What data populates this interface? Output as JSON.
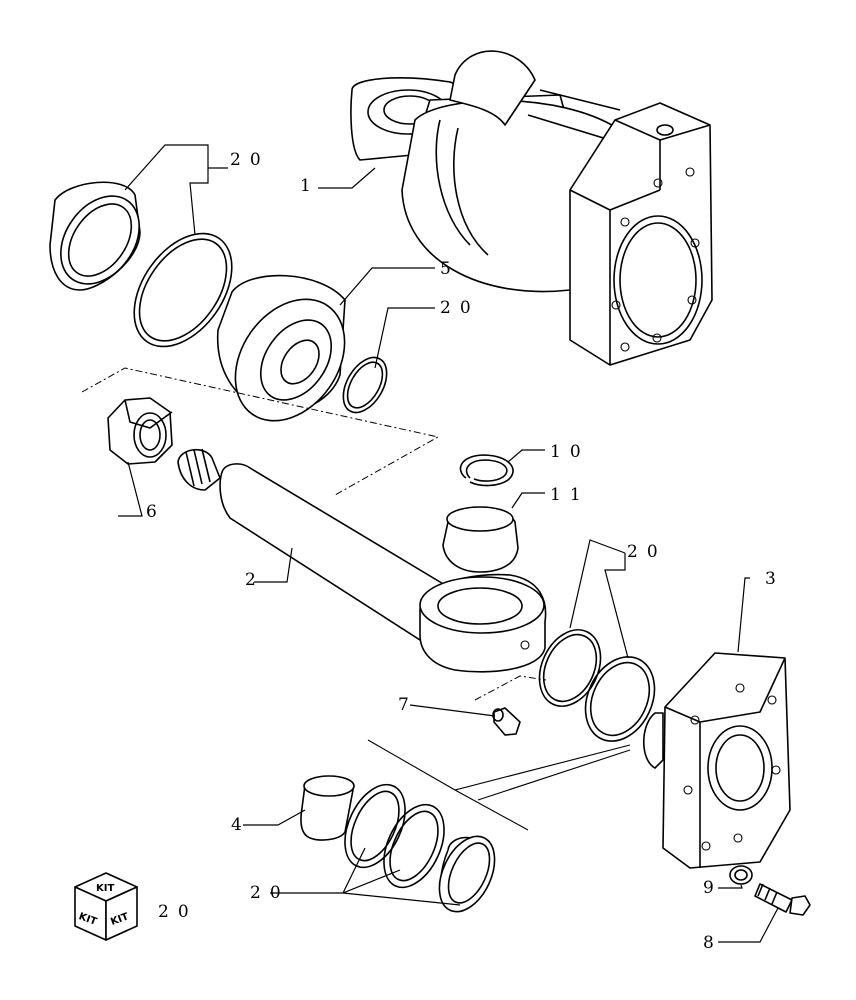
{
  "callouts": {
    "c1": "1",
    "c2": "2",
    "c3": "3",
    "c4": "4",
    "c5": "5",
    "c6": "6",
    "c7": "7",
    "c8": "8",
    "c9": "9",
    "c10": "10",
    "c11": "11",
    "c20_a": "20",
    "c20_b": "20",
    "c20_c": "20",
    "c20_d": "20",
    "c20_kit": "20"
  },
  "kit_icon": {
    "top": "KIT",
    "left": "KIT",
    "right": "KIT"
  }
}
